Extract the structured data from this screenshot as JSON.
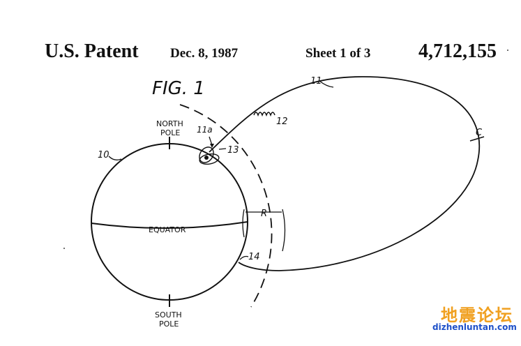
{
  "header": {
    "title": "U.S. Patent",
    "date": "Dec. 8, 1987",
    "sheet": "Sheet 1 of 3",
    "number": "4,712,155"
  },
  "figure": {
    "title": "FIG. 1",
    "labels": {
      "north_pole_1": "NORTH",
      "north_pole_2": "POLE",
      "south_pole_1": "SOUTH",
      "south_pole_2": "POLE",
      "equator": "EQUATOR",
      "earth_ref": "10",
      "orbit_ref": "11",
      "antenna_ref": "11a",
      "coil_ref": "12",
      "loop_ref": "13",
      "ground_ref": "14",
      "radius": "R",
      "circumference": "C"
    }
  },
  "watermark": {
    "cn": "地震论坛",
    "url": "dizhenluntan.com"
  }
}
